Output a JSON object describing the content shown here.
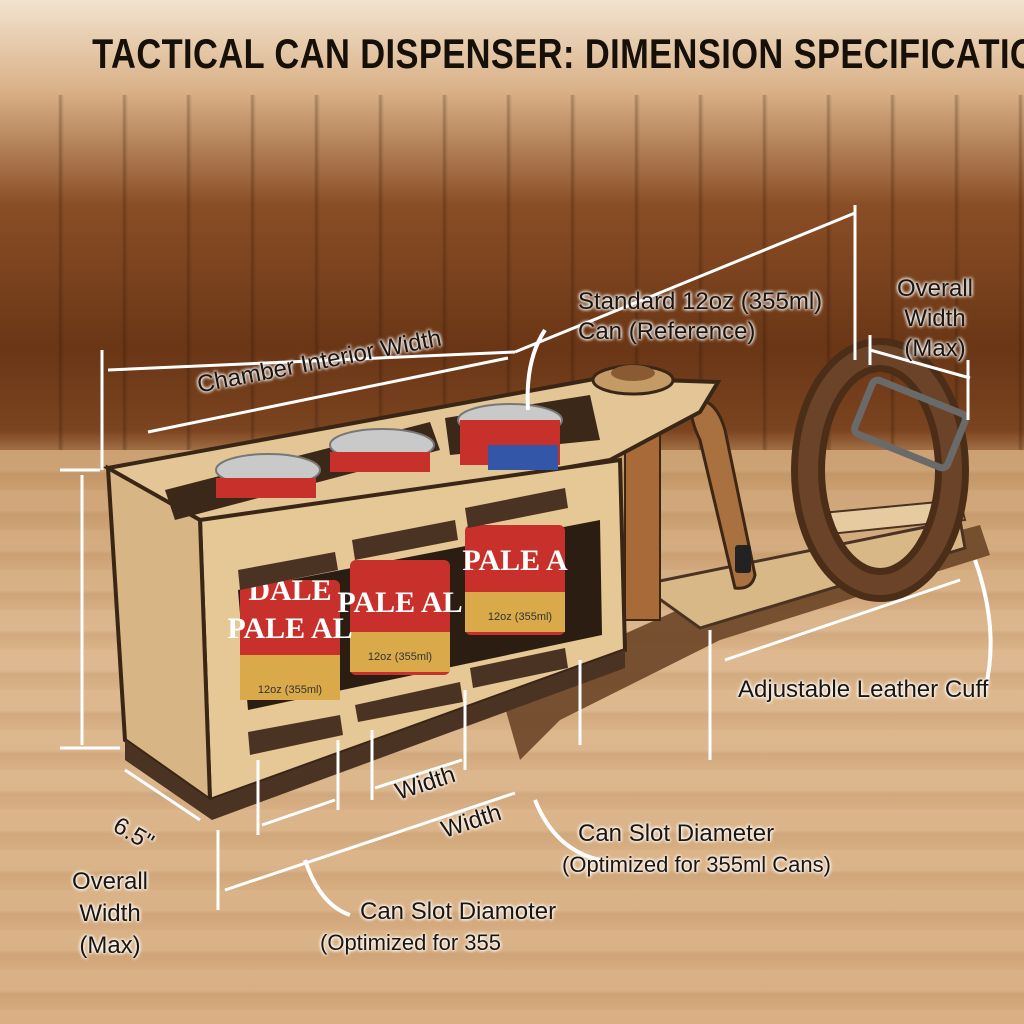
{
  "title": "TACTICAL CAN DISPENSER: DIMENSION SPECIFICATIONS",
  "labels": {
    "chamber_width": "Chamber Interior Width",
    "standard_can_line1": "Standard 12oz (355ml)",
    "standard_can_line2": "Can (Reference)",
    "overall_width_right_line1": "Overall",
    "overall_width_right_line2": "Width",
    "overall_width_right_line3": "(Max)",
    "adjustable_cuff": "Adjustable Leather Cuff",
    "depth": "6.5\"",
    "slot_width_1": "Width",
    "slot_width_2": "Width",
    "can_slot_diameter_line1": "Can Slot Diameter",
    "can_slot_diameter_line2": "(Optimized for 355ml Cans)",
    "can_slot_diameter_2_line1": "Can Slot Diamoter",
    "can_slot_diameter_2_line2": "(Optimized for 355",
    "overall_width_left_line1": "Overall",
    "overall_width_left_line2": "Width",
    "overall_width_left_line3": "(Max)"
  },
  "can_labels": {
    "brand": "DALE",
    "style": "PALE AL",
    "style_right": "PALE A",
    "volume_1": "12oz (355ml)",
    "volume_2": "12oz (355ml)",
    "volume_3": "12oz (355ml)"
  },
  "colors": {
    "plywood": "#e2c393",
    "plywood_edge": "#4a3322",
    "can_red": "#c8312b",
    "can_gold": "#d9a94a",
    "leather": "#5b3a22",
    "handle": "#b07a45"
  }
}
